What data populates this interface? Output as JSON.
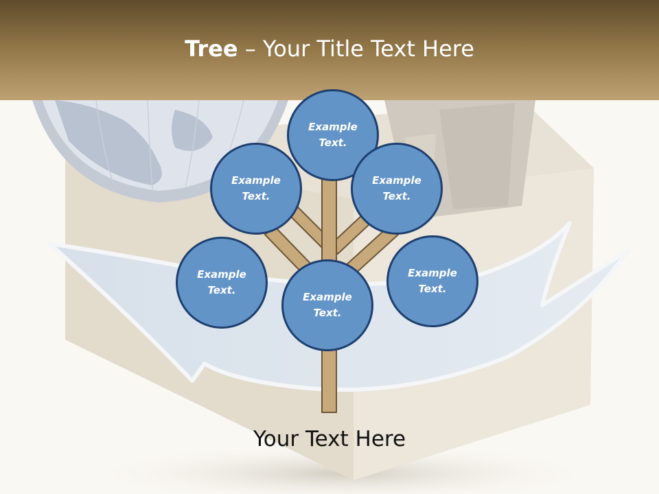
{
  "title": {
    "bold": "Tree",
    "separator": " – ",
    "rest": "Your Title Text Here"
  },
  "nodes": [
    {
      "id": "top",
      "text": "Example Text."
    },
    {
      "id": "upper-left",
      "text": "Example Text."
    },
    {
      "id": "upper-right",
      "text": "Example Text."
    },
    {
      "id": "middle-left",
      "text": "Example Text."
    },
    {
      "id": "center",
      "text": "Example Text."
    },
    {
      "id": "middle-right",
      "text": "Example Text."
    }
  ],
  "caption": "Your Text Here",
  "colors": {
    "title_bar": "#8f7446",
    "node_fill": "#6394c8",
    "node_border": "#1e3f6e",
    "trunk": "#c8a97c"
  }
}
